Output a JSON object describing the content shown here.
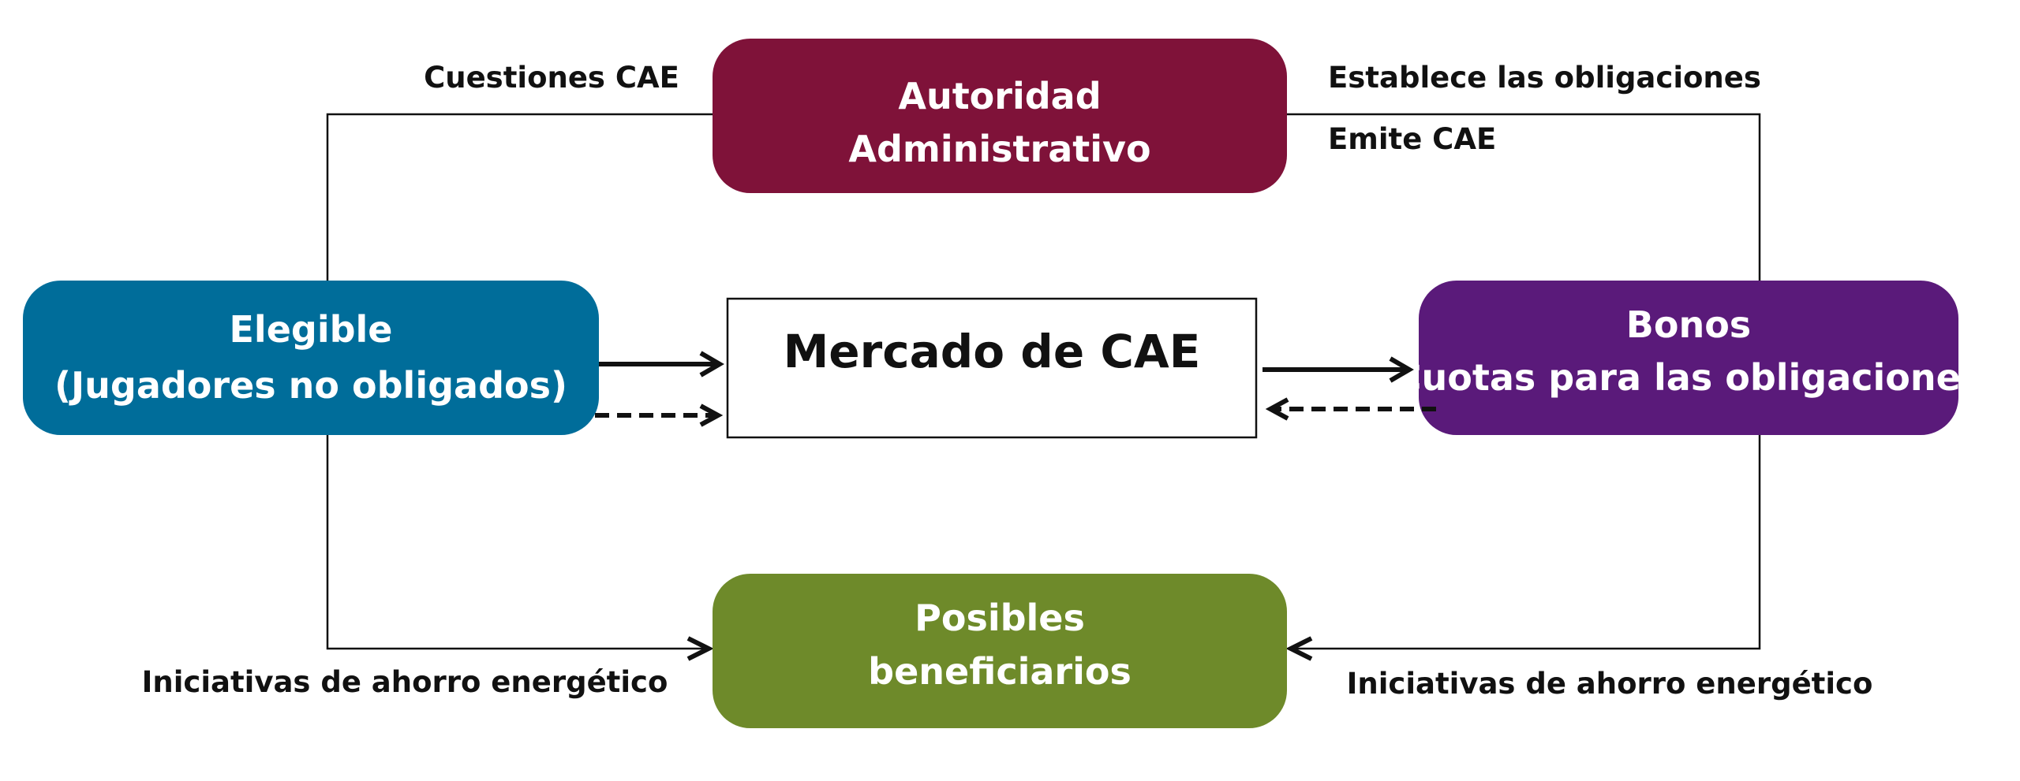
{
  "nodes": {
    "autoridad": {
      "line1": "Autoridad",
      "line2": "Administrativo",
      "color": "#7f1239"
    },
    "elegible": {
      "line1": "Elegible",
      "line2": "(Jugadores no obligados)",
      "color": "#006d9a"
    },
    "mercado": {
      "label": "Mercado de CAE",
      "color": "#ffffff"
    },
    "bonos": {
      "line1": "Bonos",
      "line2": "(Cuotas para las obligaciones)",
      "color": "#5a1a7a"
    },
    "posibles": {
      "line1": "Posibles",
      "line2": "beneficiarios",
      "color": "#6e8a2a"
    }
  },
  "labels": {
    "cuestiones": "Cuestiones CAE",
    "establece": "Establece las obligaciones",
    "emite": "Emite CAE",
    "iniciativas_left": "Iniciativas de ahorro energético",
    "iniciativas_right": "Iniciativas de ahorro energético"
  }
}
